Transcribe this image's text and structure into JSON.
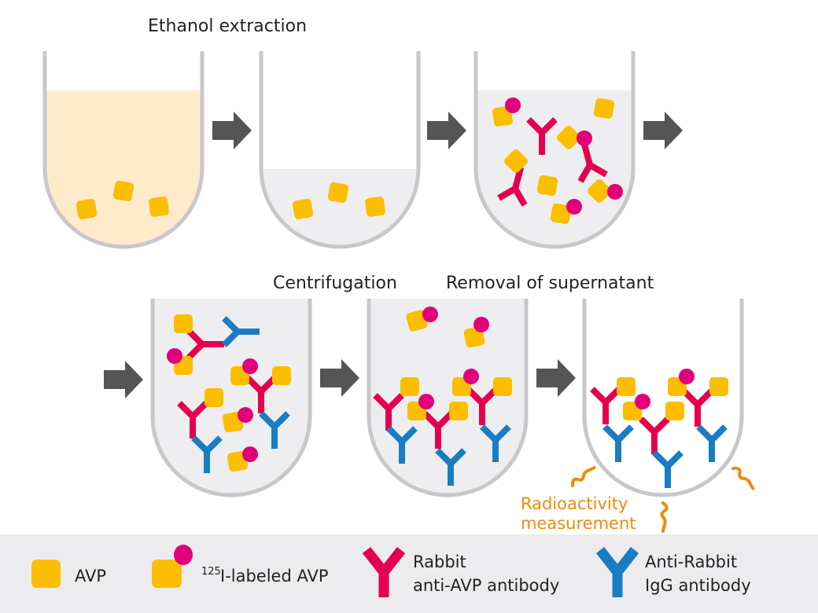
{
  "steps": {
    "ethanol_extraction": "Ethanol extraction",
    "centrifugation": "Centrifugation",
    "removal": "Removal of supernatant"
  },
  "measurement": {
    "line1": "Radioactivity",
    "line2": "measurement"
  },
  "legend": {
    "avp": "AVP",
    "labeled_sup": "125",
    "labeled": "I-labeled AVP",
    "rabbit_line1": "Rabbit",
    "rabbit_line2": "anti-AVP antibody",
    "anti_line1": "Anti-Rabbit",
    "anti_line2": "IgG antibody"
  },
  "colors": {
    "avp": "#fbbe00",
    "iodine_label": "#e2007a",
    "rabbit_antibody": "#e4004f",
    "anti_rabbit_antibody": "#1a7dc4",
    "arrow": "#555555",
    "tube": "#c8c8ca",
    "extract_fill": "#fdebcc",
    "solution_fill": "#eeeef0",
    "radioactivity": "#ef8a0c"
  }
}
